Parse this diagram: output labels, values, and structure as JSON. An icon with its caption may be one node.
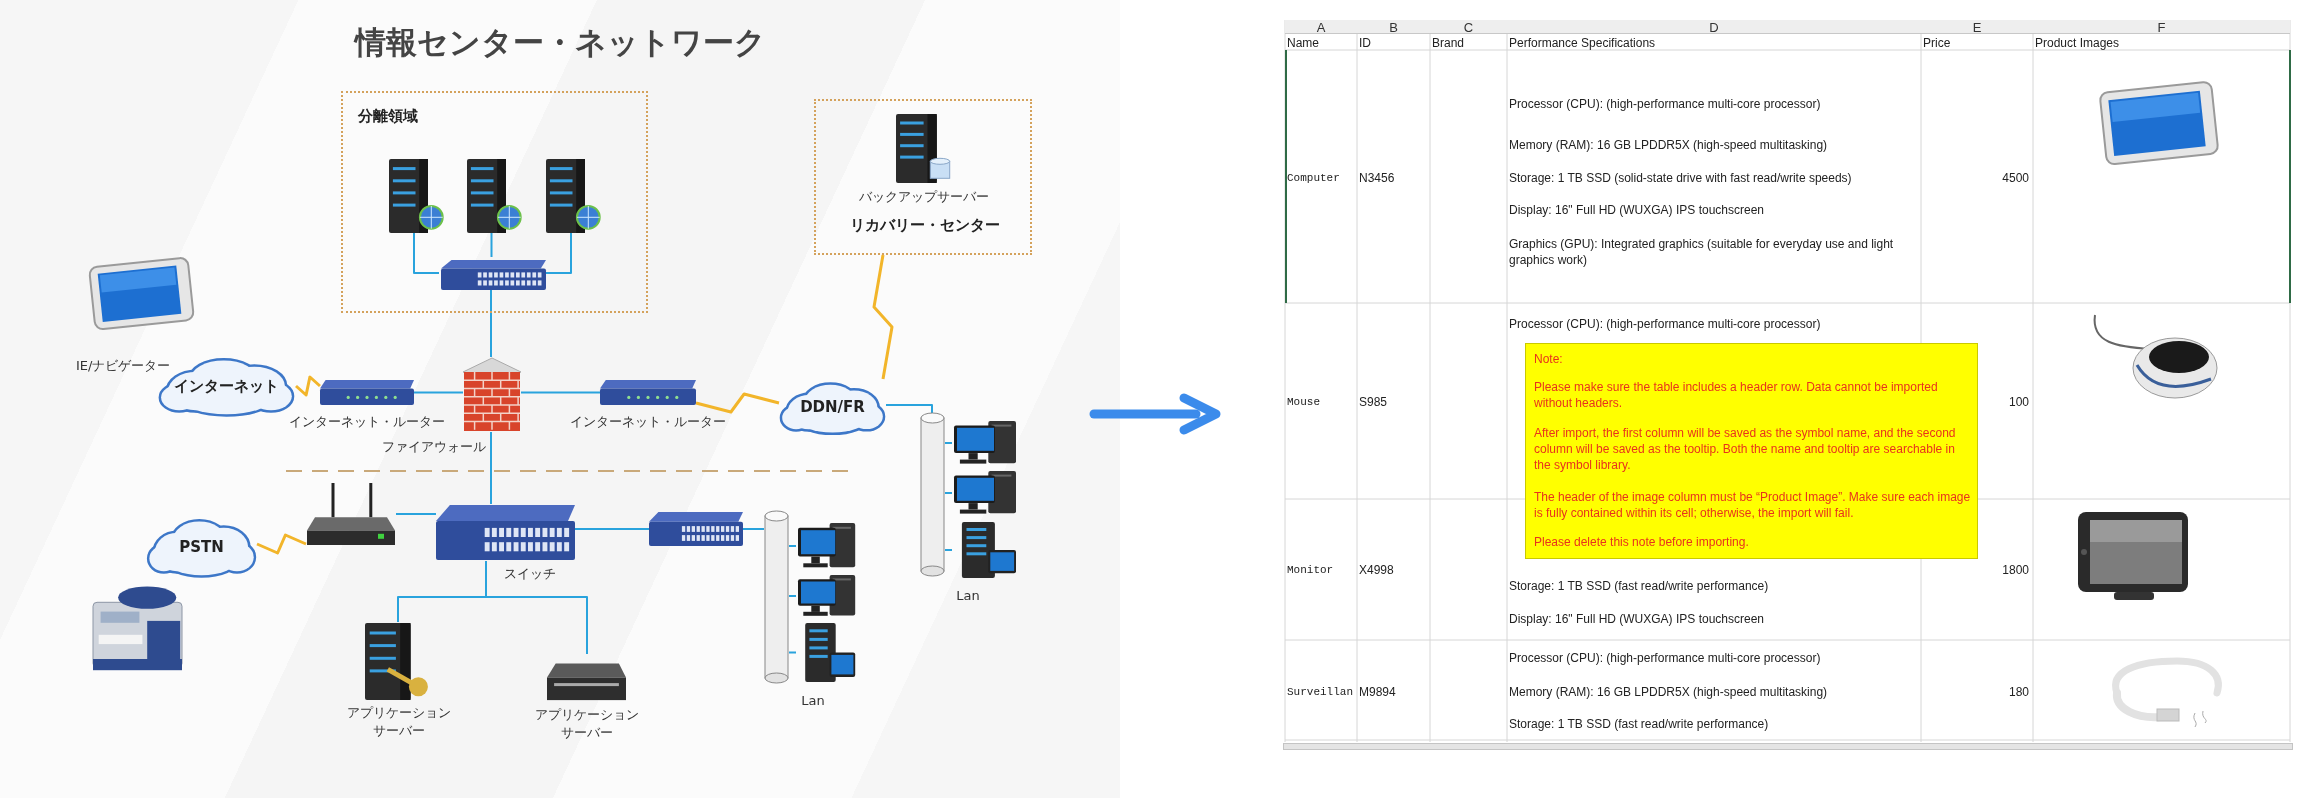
{
  "diagram": {
    "title": "情報センター・ネットワーク",
    "nodes": [
      {
        "text": [
          "分離領域"
        ]
      },
      {
        "text": [],
        "shape": "picture",
        "in": 0
      },
      {
        "text": [],
        "shape": "picture",
        "in": 0
      },
      {
        "text": [],
        "shape": "picture",
        "in": 0
      },
      {
        "text": [],
        "shape": "picture",
        "in": 0
      },
      {
        "text": [
          "リカバリー・センター"
        ]
      },
      {
        "text": [
          "バックアップサーバー"
        ],
        "in": 5
      },
      {
        "text": [
          "IE/ナビゲーター"
        ]
      },
      {
        "text": [
          "インターネット"
        ]
      },
      {
        "text": [
          "インターネット・ルーター"
        ]
      },
      {
        "text": [
          "ファイアウォール"
        ]
      },
      {
        "text": [
          "インターネット・ルーター"
        ]
      },
      {
        "text": [
          "DDN/FR"
        ]
      },
      {
        "text": [
          "Lan"
        ]
      },
      {
        "text": [],
        "shape": "picture"
      },
      {
        "text": [],
        "shape": "picture"
      },
      {
        "text": [],
        "shape": "picture"
      },
      {
        "text": [
          "PSTN"
        ]
      },
      {
        "text": [],
        "shape": "picture"
      },
      {
        "text": [
          "スイッチ"
        ]
      },
      {
        "text": [],
        "shape": "picture"
      },
      {
        "text": [
          "アプリケーションサーバー"
        ]
      },
      {
        "text": [
          "アプリケーションサーバー"
        ]
      },
      {
        "text": [],
        "shape": "picture"
      },
      {
        "text": [
          "Lan"
        ]
      },
      {
        "text": [],
        "shape": "picture"
      },
      {
        "text": [],
        "shape": "picture"
      },
      {
        "text": [],
        "shape": "picture"
      }
    ],
    "edges": [
      {
        "from": 1,
        "to": 4,
        "arrow": "none"
      },
      {
        "from": 2,
        "to": 4,
        "arrow": "none"
      },
      {
        "from": 3,
        "to": 4,
        "arrow": "none"
      },
      {
        "from": 4,
        "to": 10,
        "arrow": "none"
      },
      {
        "from": 10,
        "to": 9,
        "arrow": "none"
      },
      {
        "from": 10,
        "to": 11,
        "arrow": "none"
      },
      {
        "from": 9,
        "to": 8,
        "arrow": "none",
        "color": "#f2b52a"
      },
      {
        "from": 11,
        "to": 12,
        "arrow": "none",
        "color": "#f2b52a"
      },
      {
        "from": 12,
        "to": 5,
        "arrow": "none",
        "color": "#f2b52a"
      },
      {
        "from": 12,
        "to": 13,
        "arrow": "none"
      },
      {
        "from": 13,
        "to": 14,
        "arrow": "none"
      },
      {
        "from": 13,
        "to": 15,
        "arrow": "none"
      },
      {
        "from": 13,
        "to": 16,
        "arrow": "none"
      },
      {
        "from": 10,
        "to": 19,
        "arrow": "none"
      },
      {
        "from": 19,
        "to": 18,
        "arrow": "none"
      },
      {
        "from": 18,
        "to": 17,
        "arrow": "none",
        "color": "#f2b52a"
      },
      {
        "from": 19,
        "to": 21,
        "arrow": "none"
      },
      {
        "from": 19,
        "to": 22,
        "arrow": "none"
      },
      {
        "from": 19,
        "to": 23,
        "arrow": "none"
      },
      {
        "from": 23,
        "to": 24,
        "arrow": "none"
      },
      {
        "from": 24,
        "to": 25,
        "arrow": "none"
      },
      {
        "from": 24,
        "to": 26,
        "arrow": "none"
      },
      {
        "from": 24,
        "to": 27,
        "arrow": "none"
      }
    ],
    "labels": [
      "A",
      "B",
      "C",
      "D",
      "E",
      "F",
      "Name",
      "ID",
      "Brand",
      "Performance Specifications",
      "Price",
      "Product Images",
      "Computer",
      "N3456",
      "Processor (CPU): (high-performance multi-core processor)",
      "Memory (RAM): 16 GB LPDDR5X (high-speed multitasking)",
      "Storage: 1 TB SSD (solid-state drive with fast read/write speeds)",
      "Display: 16\" Full HD (WUXGA) IPS touchscreen",
      "Graphics (GPU): Integrated graphics (suitable for everyday use and light graphics work)",
      "4500",
      "Mouse",
      "S985",
      "Processor (CPU): (high-performance multi-core processor)",
      "100",
      "Note:",
      "Please make sure the table includes a header row. Data cannot be imported without headers.",
      "After import, the first column will be saved as the symbol name, and the second column will be saved as the tooltip. Both the name and tooltip are searchable in the symbol library.",
      "The header of the image column must be “Product Image”. Make sure each image is fully contained within its cell; otherwise, the import will fail.",
      "Please delete this note before importing.",
      "Monitor",
      "X4998",
      "Storage: 1 TB SSD (fast read/write performance)",
      "Display: 16\" Full HD (WUXGA) IPS touchscreen",
      "1800",
      "Surveillan",
      "M9894",
      "Processor (CPU): (high-performance multi-core processor)",
      "Memory (RAM): 16 GB LPDDR5X (high-speed multitasking)",
      "Storage: 1 TB SSD (fast read/write performance)",
      "180"
    ]
  }
}
